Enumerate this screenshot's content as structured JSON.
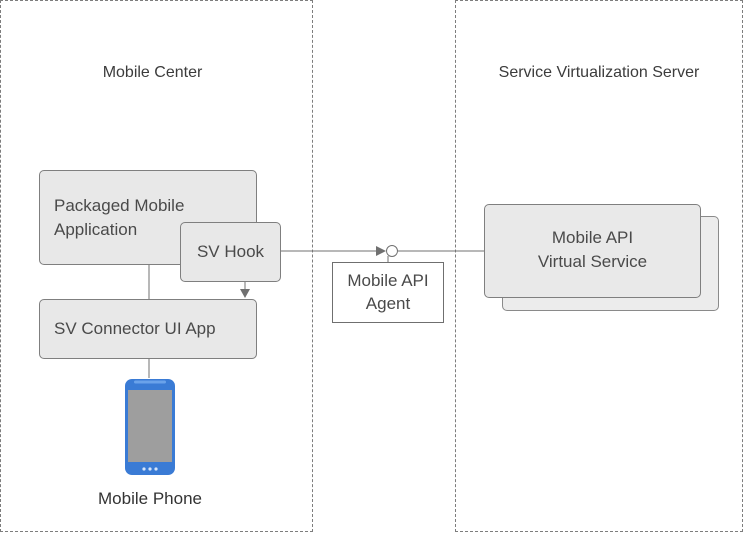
{
  "zones": {
    "left_title": "Mobile Center",
    "right_title": "Service Virtualization Server"
  },
  "components": {
    "packaged_app_line1": "Packaged Mobile",
    "packaged_app_line2": "Application",
    "sv_hook": "SV Hook",
    "sv_connector": "SV Connector UI App",
    "agent_line1": "Mobile API",
    "agent_line2": "Agent",
    "virtual_service_line1": "Mobile API",
    "virtual_service_line2": "Virtual Service",
    "phone_label": "Mobile Phone"
  },
  "colors": {
    "box_fill": "#e8e8e8",
    "phone_blue": "#3a7bd5",
    "phone_screen": "#9e9e9e",
    "connector": "#707070"
  },
  "icons": {
    "phone": "smartphone-icon"
  }
}
